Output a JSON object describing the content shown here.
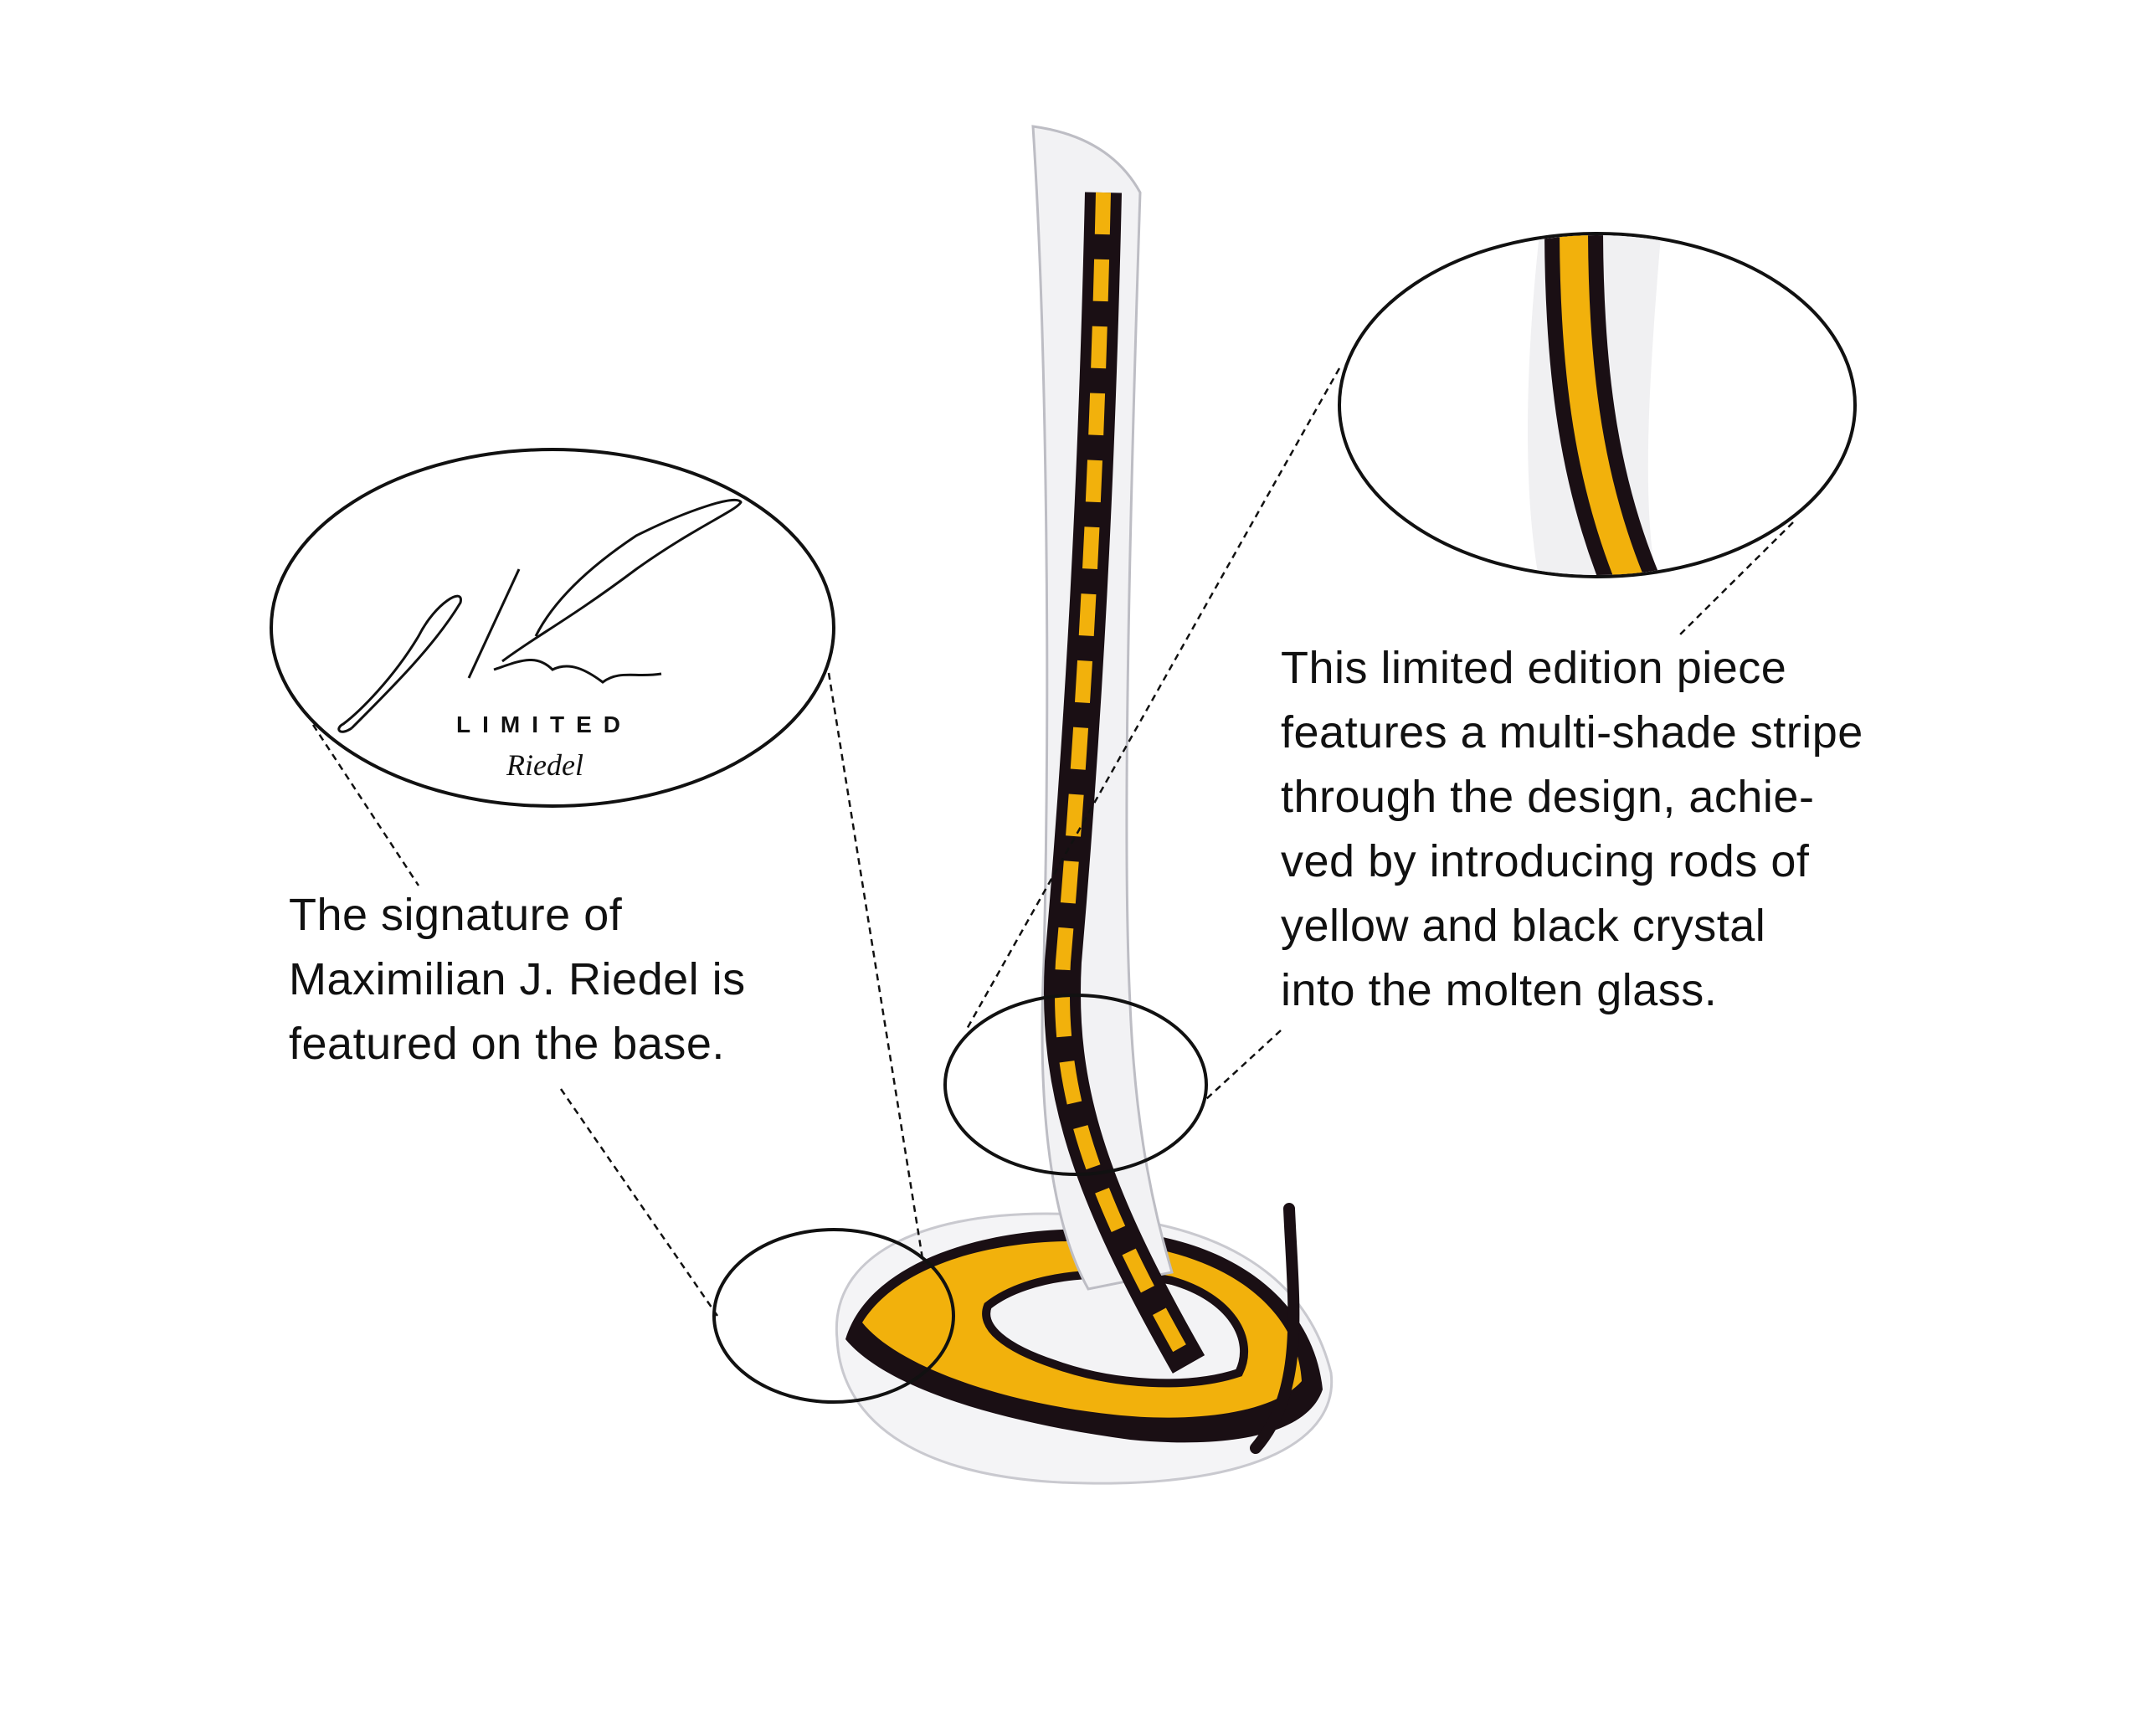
{
  "colors": {
    "yellow": "#f2b10c",
    "black": "#1a0f14",
    "line": "#111111"
  },
  "signature_callout": {
    "limited_label": "LIMITED",
    "brand_logo": "Riedel",
    "caption_lines": [
      "The signature of",
      "Maximilian J. Riedel is",
      "featured on the base."
    ]
  },
  "stripe_callout": {
    "caption_lines": [
      "This limited edition piece",
      "features a multi-shade stripe",
      "through the design, achie-",
      "ved by introducing rods of",
      "yellow and black crystal",
      "into the molten glass."
    ]
  }
}
